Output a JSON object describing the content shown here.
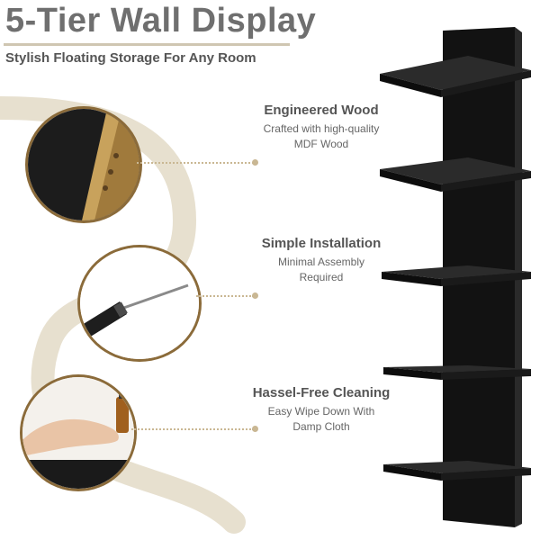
{
  "header": {
    "title": "5-Tier Wall Display",
    "subtitle": "Stylish Floating Storage For Any Room"
  },
  "features": [
    {
      "title": "Engineered Wood",
      "line1": "Crafted with high-quality",
      "line2": "MDF Wood"
    },
    {
      "title": "Simple Installation",
      "line1": "Minimal Assembly",
      "line2": "Required"
    },
    {
      "title": "Hassel-Free Cleaning",
      "line1": "Easy Wipe Down With",
      "line2": "Damp Cloth"
    }
  ],
  "colors": {
    "curve": "#e7e0cf",
    "circle_border": "#8b6b3a",
    "shelf": "#141414",
    "accent_dots": "#c9b793"
  }
}
